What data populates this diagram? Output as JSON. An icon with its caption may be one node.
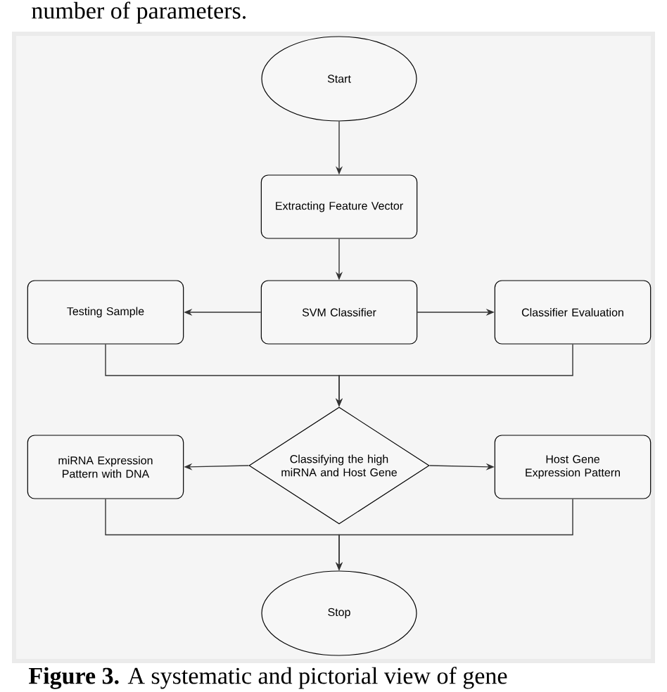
{
  "diagram": {
    "caption": "**Figure 3.** A systematic and pictorial view of gene",
    "nodes": [
      {
        "text": [
          "Start"
        ]
      },
      {
        "text": [
          "Extracting Feature Vector"
        ]
      },
      {
        "text": [
          "Testing Sample"
        ]
      },
      {
        "text": [
          "SVM Classifier"
        ]
      },
      {
        "text": [
          "Classifier Evaluation"
        ]
      },
      {
        "text": [
          "Classifying the high miRNA and Host Gene"
        ]
      },
      {
        "text": [
          "miRNA Expression Pattern with DNA"
        ]
      },
      {
        "text": [
          "Host Gene Expression Pattern"
        ]
      },
      {
        "text": [
          "Stop"
        ]
      }
    ],
    "edges": [
      {
        "from": 0,
        "to": 1,
        "arrow": "to"
      },
      {
        "from": 1,
        "to": 3,
        "arrow": "to"
      },
      {
        "from": 3,
        "to": 2,
        "arrow": "to"
      },
      {
        "from": 3,
        "to": 4,
        "arrow": "to"
      },
      {
        "from": 2,
        "to": 5,
        "arrow": "to"
      },
      {
        "from": 4,
        "to": 5,
        "arrow": "to"
      },
      {
        "from": 5,
        "to": 6,
        "arrow": "to"
      },
      {
        "from": 5,
        "to": 7,
        "arrow": "to"
      },
      {
        "from": 6,
        "to": 8,
        "arrow": "to"
      },
      {
        "from": 7,
        "to": 8,
        "arrow": "to"
      }
    ],
    "labels": [
      "number of parameters."
    ]
  }
}
